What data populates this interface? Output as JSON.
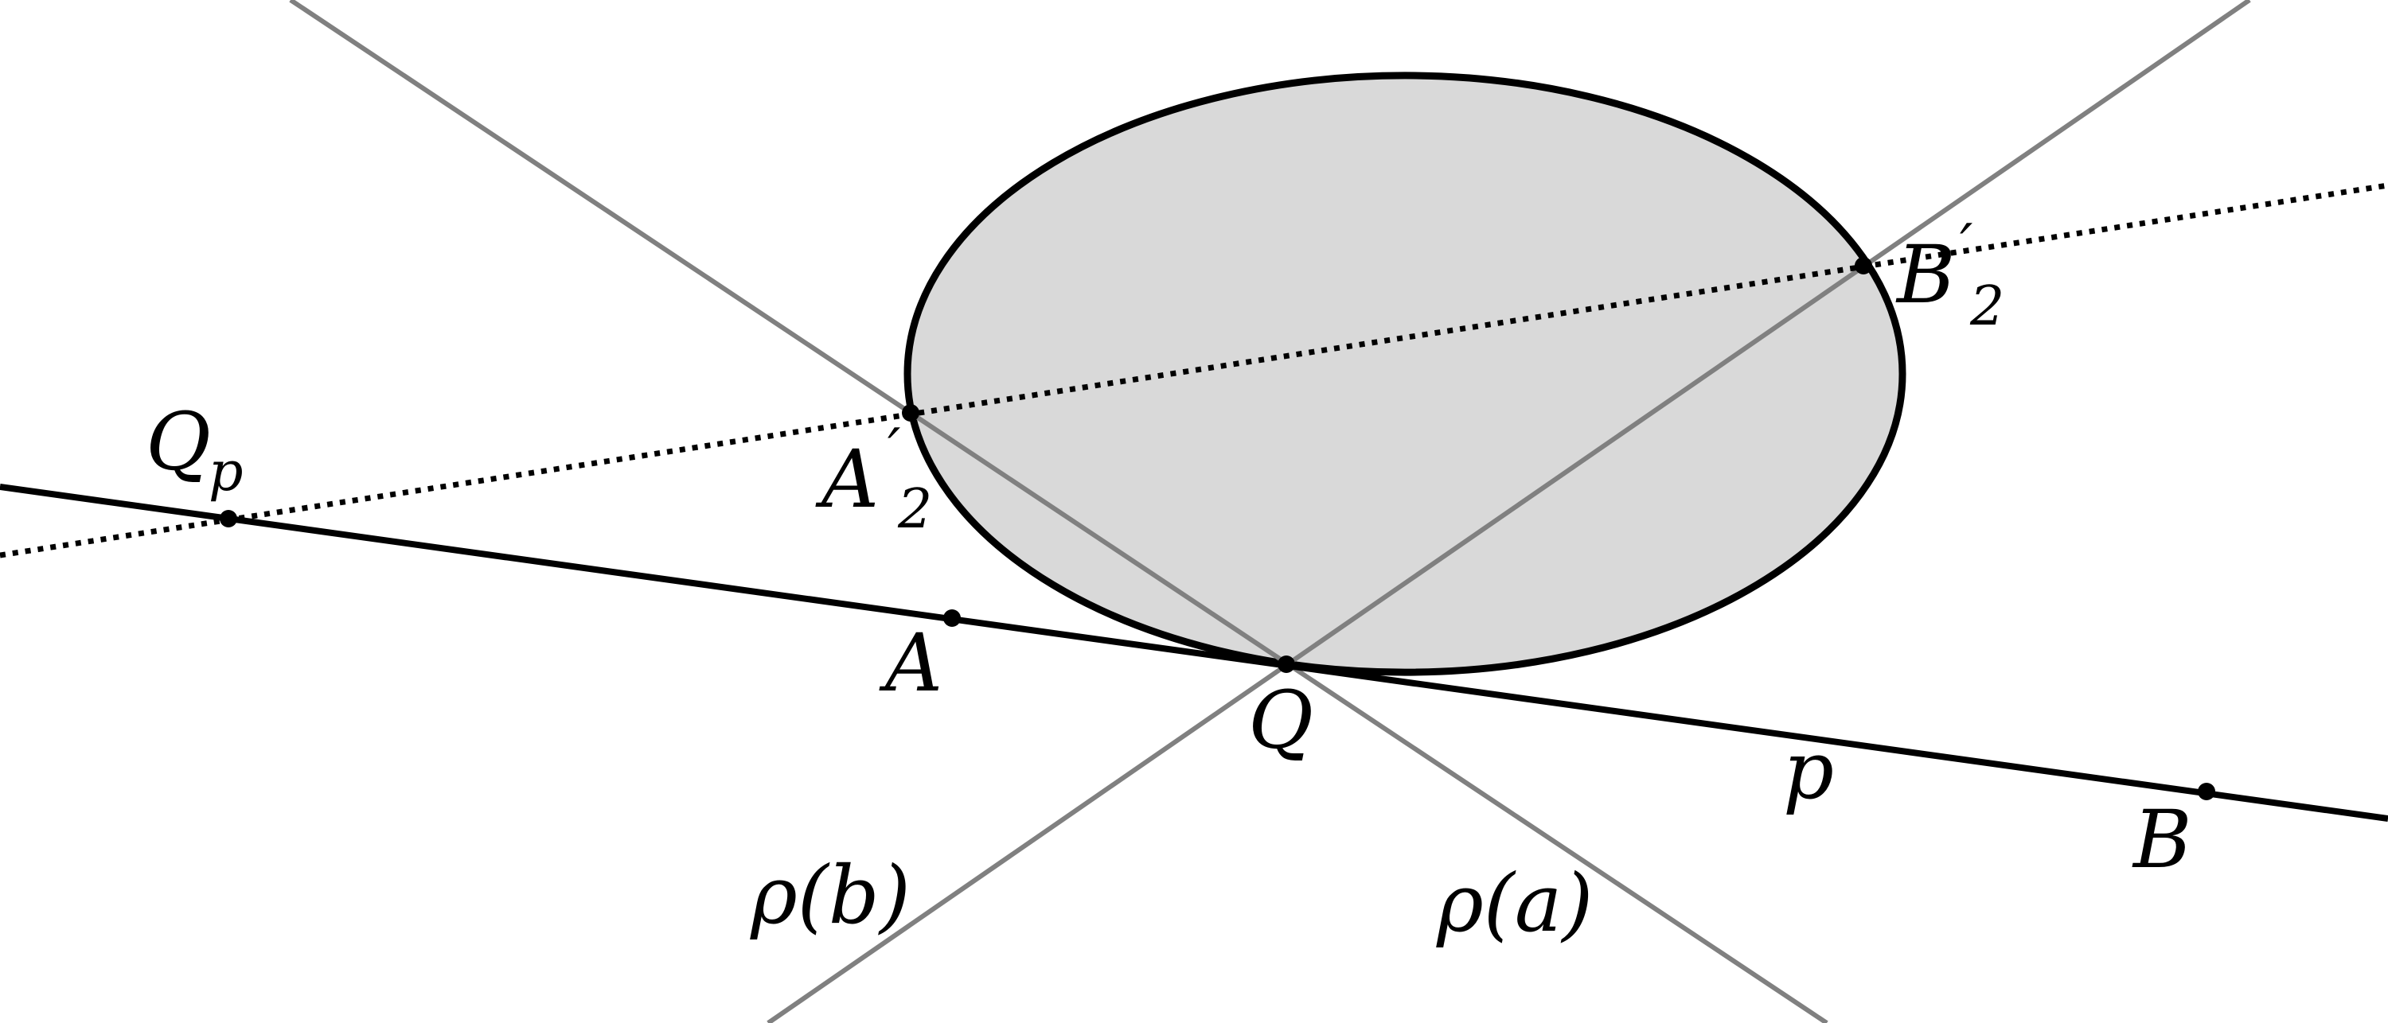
{
  "labels": {
    "Qp": "Q",
    "Qp_sub": "p",
    "A2": "A",
    "A2_prime": "′",
    "A2_sub": "2",
    "B2": "B",
    "B2_prime": "′",
    "B2_sub": "2",
    "A": "A",
    "Q": "Q",
    "B": "B",
    "p": "p",
    "rho_b": "ρ(b)",
    "rho_a": "ρ(a)"
  },
  "colors": {
    "conic_fill": "#d9d9d9",
    "stroke": "#000000",
    "gray_line": "#808080"
  }
}
